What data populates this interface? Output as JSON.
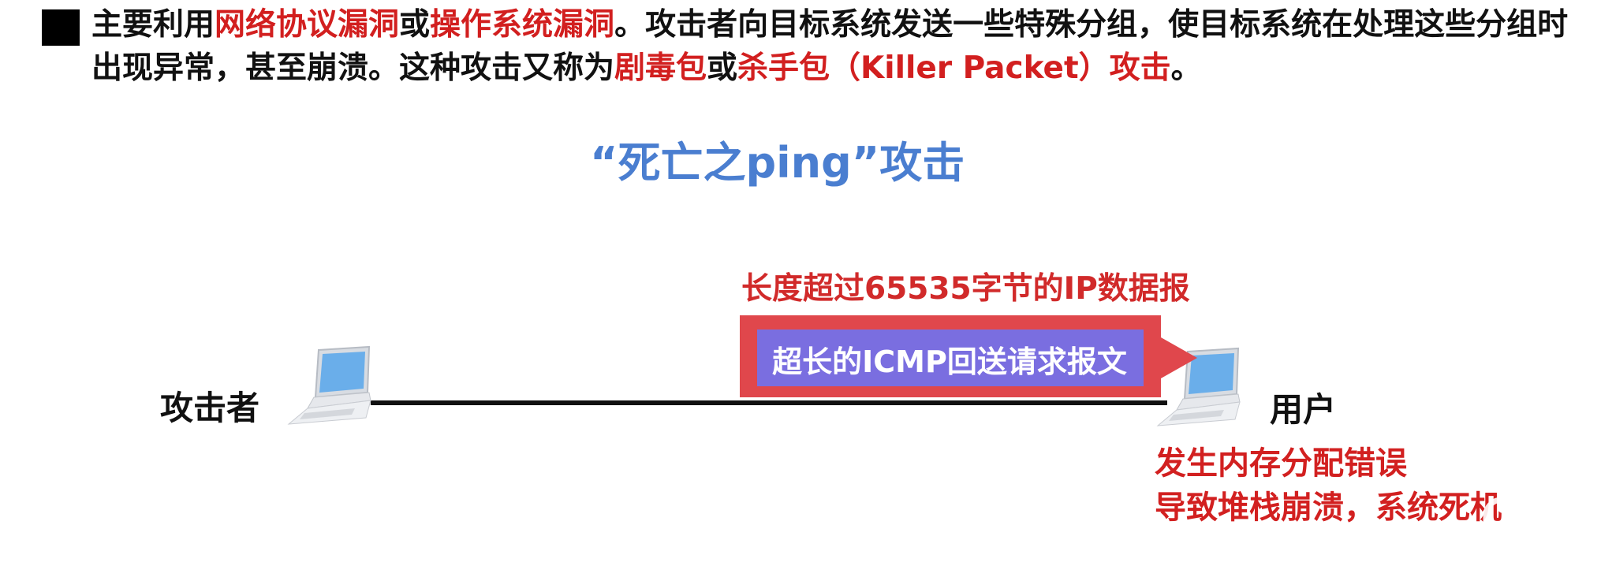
{
  "paragraph": {
    "p1": "主要利用",
    "r1": "网络协议漏洞",
    "p2": "或",
    "r2": "操作系统漏洞",
    "p3": "。攻击者向目标系统发送一些特殊分组，使目标系统在处理这些分组时出现异常，甚至崩溃。这种攻击又称为",
    "r3": "剧毒包",
    "p4": "或",
    "r4": "杀手包（Killer Packet）攻击",
    "p5": "。"
  },
  "diagram": {
    "title": "“死亡之ping”攻击",
    "attacker_label": "攻击者",
    "user_label": "用户",
    "packet_caption": "长度超过65535字节的IP数据报",
    "packet_label": "超长的ICMP回送请求报文",
    "error_line1": "发生内存分配错误",
    "error_line2": "导致堆栈崩溃，系统死机"
  },
  "colors": {
    "highlight_red": "#d21f1f",
    "title_blue": "#4a7ed0",
    "packet_outer": "#e0474c",
    "packet_inner": "#7a6ee0"
  },
  "icons": {
    "bullet": "black-square-bullet",
    "computers": "laptop-icon",
    "overlay": "play-icon"
  }
}
